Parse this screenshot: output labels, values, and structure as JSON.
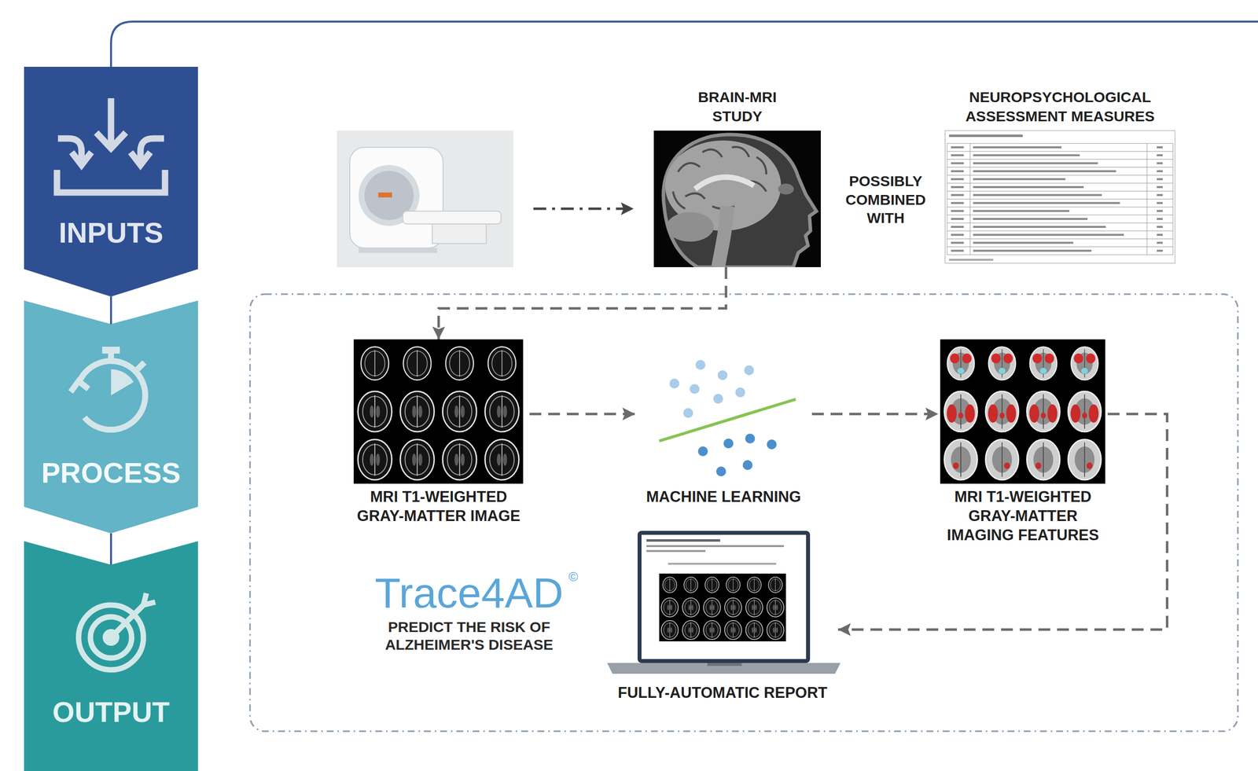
{
  "diagram": {
    "nodes": [
      {
        "text": [
          "INPUTS"
        ]
      },
      {
        "text": [
          "PROCESS"
        ]
      },
      {
        "text": [
          "OUTPUT"
        ]
      },
      {
        "text": [
          "BRAIN-MRI STUDY"
        ]
      },
      {
        "text": [
          "NEUROPSYCHOLOGICAL ASSESSMENT MEASURES"
        ]
      },
      {
        "text": [
          "MRI T1-WEIGHTED GRAY-MATTER IMAGE"
        ]
      },
      {
        "text": [
          "MACHINE LEARNING"
        ]
      },
      {
        "text": [
          "MRI T1-WEIGHTED GRAY-MATTER IMAGING FEATURES"
        ]
      },
      {
        "text": [
          "FULLY-AUTOMATIC REPORT"
        ]
      }
    ],
    "edges": [
      {
        "from": 0,
        "to": 1,
        "arrow": "none"
      },
      {
        "from": 1,
        "to": 2,
        "arrow": "none"
      },
      {
        "from": 3,
        "to": 5,
        "arrow": "to"
      },
      {
        "from": 5,
        "to": 6,
        "arrow": "to"
      },
      {
        "from": 6,
        "to": 7,
        "arrow": "to"
      },
      {
        "from": 7,
        "to": 8,
        "arrow": "to"
      }
    ],
    "labels": [
      "POSSIBLY COMBINED WITH",
      "Trace4AD",
      "©",
      "PREDICT THE RISK OF ALZHEIMER'S DISEASE"
    ]
  }
}
